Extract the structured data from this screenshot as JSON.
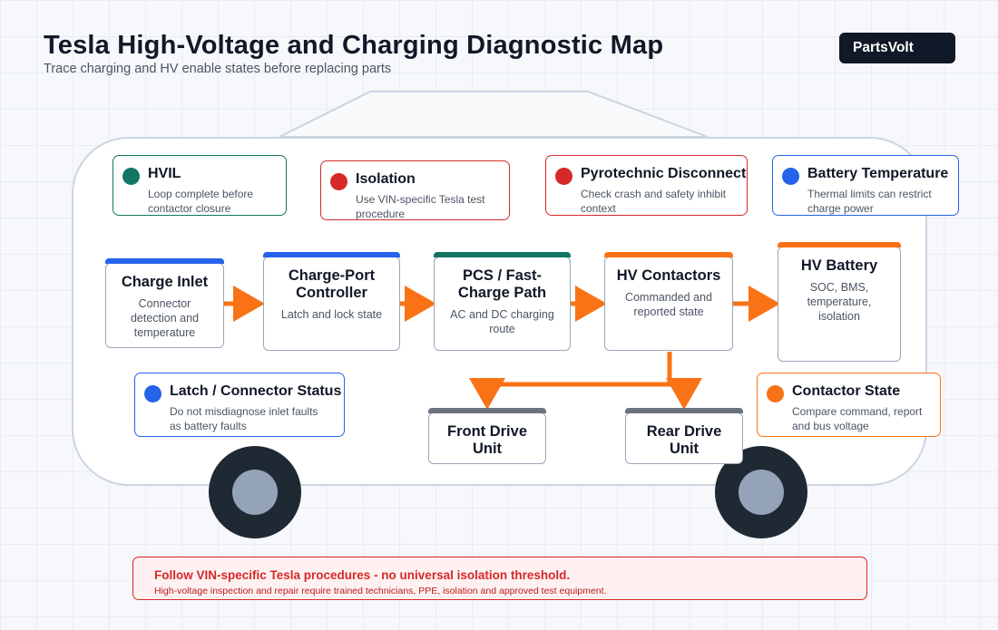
{
  "header": {
    "title": "Tesla High-Voltage and Charging Diagnostic Map",
    "subtitle": "Trace charging and HV enable states before replacing parts",
    "brand": "PartsVolt"
  },
  "colors": {
    "teal": "#137563",
    "red": "#d62828",
    "blue": "#2563eb",
    "orange": "#f97316",
    "slate": "#6b7280",
    "flow_arrow": "#f97316"
  },
  "status_cards": {
    "hvil": {
      "title": "HVIL",
      "desc": "Loop complete before contactor closure",
      "color": "teal"
    },
    "isolation": {
      "title": "Isolation",
      "desc": "Use VIN-specific Tesla test procedure",
      "color": "red"
    },
    "pyro": {
      "title": "Pyrotechnic Disconnect",
      "desc": "Check crash and safety inhibit context",
      "color": "red"
    },
    "battery_temp": {
      "title": "Battery Temperature",
      "desc": "Thermal limits can restrict charge power",
      "color": "blue"
    },
    "latch": {
      "title": "Latch / Connector Status",
      "desc": "Do not misdiagnose inlet faults as battery faults",
      "color": "blue"
    },
    "contactor_state": {
      "title": "Contactor State",
      "desc": "Compare command, report and bus voltage",
      "color": "orange"
    }
  },
  "components": {
    "charge_inlet": {
      "title": "Charge Inlet",
      "desc": "Connector detection and temperature",
      "color": "blue"
    },
    "charge_port_controller": {
      "title": "Charge-Port Controller",
      "desc": "Latch and lock state",
      "color": "blue"
    },
    "pcs": {
      "title": "PCS / Fast-Charge Path",
      "desc": "AC and DC charging route",
      "color": "teal"
    },
    "hv_contactors": {
      "title": "HV Contactors",
      "desc": "Commanded and reported state",
      "color": "orange"
    },
    "hv_battery": {
      "title": "HV Battery",
      "desc": "SOC, BMS, temperature, isolation",
      "color": "orange"
    },
    "front_drive": {
      "title": "Front Drive Unit",
      "desc": "",
      "color": "slate"
    },
    "rear_drive": {
      "title": "Rear Drive Unit",
      "desc": "",
      "color": "slate"
    }
  },
  "warning": {
    "title": "Follow VIN-specific Tesla procedures - no universal isolation threshold.",
    "desc": "High-voltage inspection and repair require trained technicians, PPE, isolation and approved test equipment."
  }
}
